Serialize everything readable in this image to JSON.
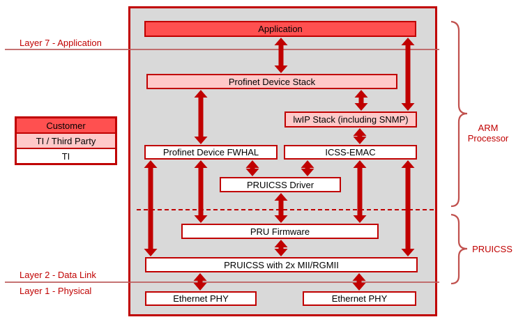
{
  "blocks": {
    "application": "Application",
    "profinet_device_stack": "Profinet Device Stack",
    "lwip_stack": "lwIP Stack (including SNMP)",
    "profinet_device_fwhal": "Profinet Device FWHAL",
    "icss_emac": "ICSS-EMAC",
    "pruicss_driver": "PRUICSS Driver",
    "pru_firmware": "PRU Firmware",
    "pruicss_mii": "PRUICSS with 2x MII/RGMII",
    "ethernet_phy_left": "Ethernet PHY",
    "ethernet_phy_right": "Ethernet PHY"
  },
  "legend": {
    "items": [
      {
        "label": "Customer",
        "fill": "#ff5050"
      },
      {
        "label": "TI / Third Party",
        "fill": "#ffc9c9"
      },
      {
        "label": "TI",
        "fill": "#ffffff"
      }
    ]
  },
  "layer_labels": {
    "layer7": "Layer 7 - Application",
    "layer2": "Layer 2 - Data Link",
    "layer1": "Layer 1 - Physical"
  },
  "group_labels": {
    "arm_processor": "ARM Processor",
    "pruicss": "PRUICSS"
  },
  "colors": {
    "dark_red": "#c00000",
    "red_fill": "#ff5050",
    "pink_fill": "#ffc9c9",
    "container_gray": "#d9d9d9",
    "label_red": "#c00000",
    "divider_red": "#bb5b5b"
  }
}
